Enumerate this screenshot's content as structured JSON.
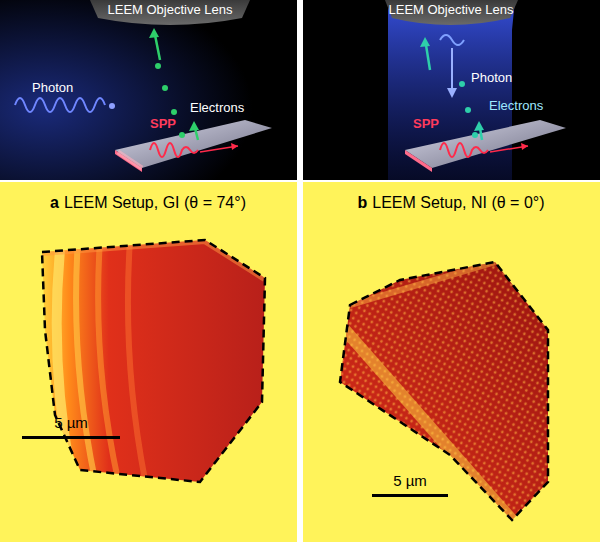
{
  "diagram": {
    "nodes": [
      {
        "text": [
          "LEEM Objective Lens",
          "Photon",
          "SPP",
          "Electrons"
        ]
      },
      {
        "text": [
          "LEEM Objective Lens",
          "Photon",
          "SPP",
          "Electrons"
        ]
      },
      {
        "text": [
          "a",
          "LEEM Setup, GI (θ = 74°)",
          "5 µm"
        ]
      },
      {
        "text": [
          "b",
          "LEEM Setup, NI (θ = 0°)",
          "5 µm"
        ]
      }
    ]
  }
}
